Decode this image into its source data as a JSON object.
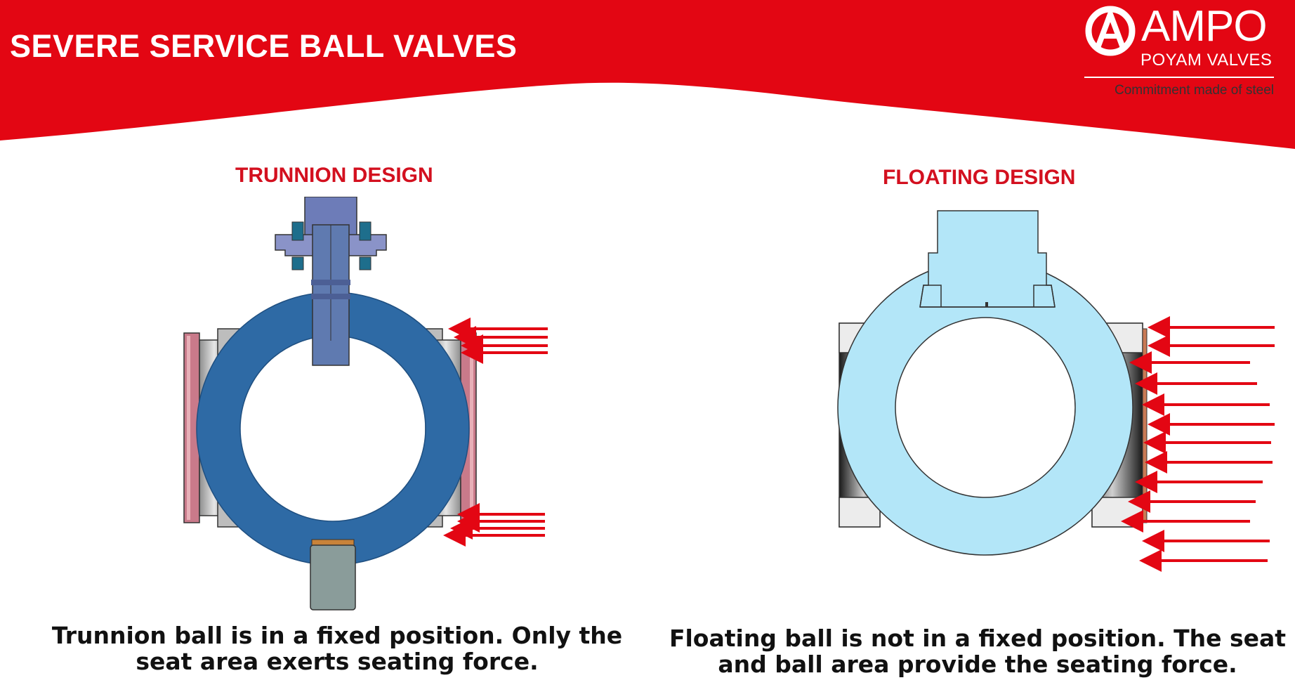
{
  "header": {
    "title": "SEVERE SERVICE BALL VALVES",
    "brand_color": "#e30613"
  },
  "logo": {
    "wordmark": "AMPO",
    "subtitle": "POYAM VALVES",
    "tagline": "Commitment made of steel"
  },
  "trunnion": {
    "title": "TRUNNION DESIGN",
    "caption_line1": "Trunnion ball is in a fixed position. Only the",
    "caption_line2": "seat area exerts seating force.",
    "ball_color": "#2e6aa5"
  },
  "floating": {
    "title": "FLOATING DESIGN",
    "caption_line1": "Floating ball is not in a fixed position. The seat",
    "caption_line2": "and ball area provide the seating force.",
    "ball_color": "#b3e6f8"
  },
  "arrow_color": "#e30613"
}
